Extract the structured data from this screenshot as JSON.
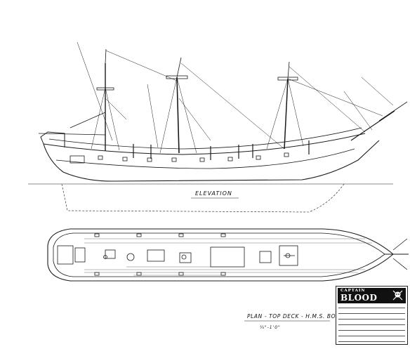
{
  "drawing": {
    "elevation_label": "ELEVATION",
    "plan_label": "PLAN - TOP DECK - H.M.S. BOUNTY",
    "scale_label": "¼\"-1'0\""
  },
  "title_block": {
    "logo_prefix": "CAPTAIN",
    "logo_main": "BLOOD",
    "logo_emblem": "skull-crossbones-icon"
  },
  "colors": {
    "ink": "#1a1a1a",
    "paper": "#ffffff"
  }
}
